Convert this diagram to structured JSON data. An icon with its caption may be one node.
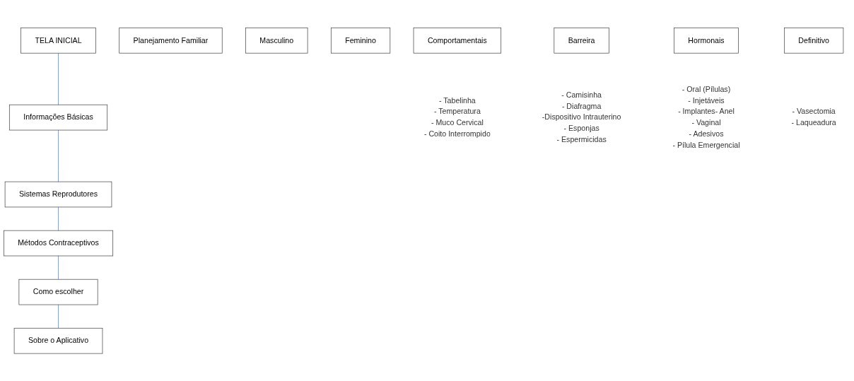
{
  "diagram": {
    "nodes": [
      {
        "text": [
          "TELA INICIAL"
        ]
      },
      {
        "text": [
          "Informações Básicas"
        ]
      },
      {
        "text": [
          "Planejamento Familiar"
        ]
      },
      {
        "text": [
          "Sistemas Reprodutores"
        ]
      },
      {
        "text": [
          "Masculino"
        ]
      },
      {
        "text": [
          "Feminino"
        ]
      },
      {
        "text": [
          "Métodos Contraceptivos"
        ]
      },
      {
        "text": [
          "Comportamentais"
        ],
        "beside": [
          "- Tabelinha",
          "- Temperatura",
          "- Muco Cervical",
          "- Coito Interrompido"
        ]
      },
      {
        "text": [
          "Barreira"
        ],
        "beside": [
          "- Camisinha",
          "- Diafragma",
          "-Dispositivo Intrauterino",
          "- Esponjas",
          "- Espermicidas"
        ]
      },
      {
        "text": [
          "Hormonais"
        ],
        "beside": [
          "- Oral (Pílulas)",
          "- Injetáveis",
          "- Implantes- Anel",
          "- Vaginal",
          "- Adesivos",
          "- Pílula Emergencial"
        ]
      },
      {
        "text": [
          "Definitivo"
        ],
        "beside": [
          "- Vasectomia",
          "- Laqueadura"
        ]
      },
      {
        "text": [
          "Como escolher"
        ]
      },
      {
        "text": [
          "Sobre o Aplicativo"
        ]
      }
    ],
    "edges": [
      {
        "from": 0,
        "to": 1,
        "arrow": "none"
      },
      {
        "from": 1,
        "to": 3,
        "arrow": "none"
      },
      {
        "from": 3,
        "to": 6,
        "arrow": "none"
      },
      {
        "from": 6,
        "to": 11,
        "arrow": "none"
      },
      {
        "from": 11,
        "to": 12,
        "arrow": "none"
      }
    ]
  }
}
